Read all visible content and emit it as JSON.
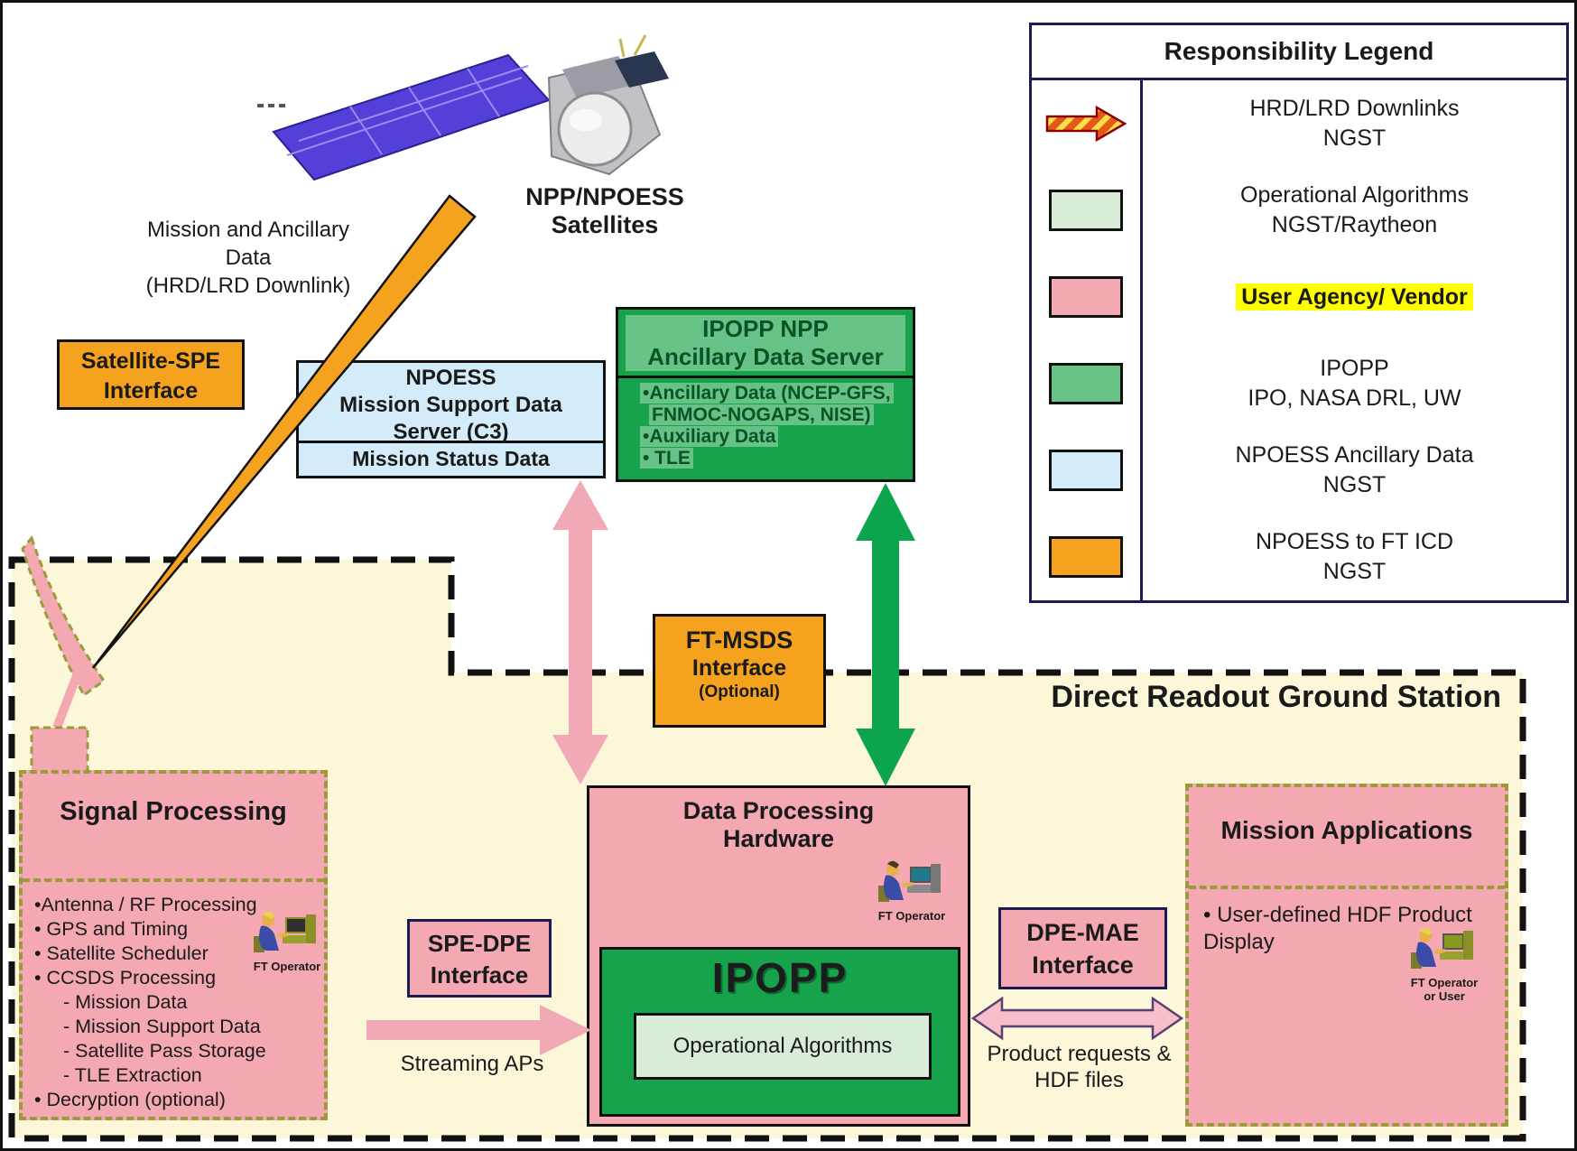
{
  "satellite": {
    "label_line1": "NPP/NPOESS",
    "label_line2": "Satellites"
  },
  "downlink": {
    "line1": "Mission and Ancillary",
    "line2": "Data",
    "line3": "(HRD/LRD Downlink)"
  },
  "region": {
    "label": "Direct Readout Ground Station"
  },
  "boxes": {
    "satellite_spe": {
      "line1": "Satellite-SPE",
      "line2": "Interface"
    },
    "npoess": {
      "line1": "NPOESS",
      "line2": "Mission Support Data",
      "line3": "Server (C3)",
      "subrow": "Mission Status Data"
    },
    "ancillary_server": {
      "title_line1": "IPOPP NPP",
      "title_line2": "Ancillary Data Server",
      "bullets": [
        "•Ancillary Data (NCEP-GFS,",
        "FNMOC-NOGAPS, NISE)",
        "•Auxiliary Data",
        "• TLE"
      ]
    },
    "ft_msds": {
      "line1": "FT-MSDS",
      "line2": "Interface",
      "line3": "(Optional)"
    },
    "signal_processing": {
      "title": "Signal Processing",
      "bullets": [
        "•Antenna / RF Processing",
        "• GPS and Timing",
        "• Satellite Scheduler",
        "• CCSDS Processing",
        "- Mission Data",
        "- Mission Support Data",
        "- Satellite Pass Storage",
        "- TLE Extraction",
        "• Decryption (optional)"
      ],
      "operator_label": "FT Operator"
    },
    "spe_dpe": {
      "line1": "SPE-DPE",
      "line2": "Interface"
    },
    "data_processing_hardware": {
      "line1": "Data Processing",
      "line2": "Hardware",
      "operator_label": "FT Operator",
      "ipopp": "IPOPP",
      "algorithms": "Operational Algorithms"
    },
    "dpe_mae": {
      "line1": "DPE-MAE",
      "line2": "Interface"
    },
    "mission_apps": {
      "title": "Mission Applications",
      "bullet_line1": "• User-defined HDF Product",
      "bullet_line2": "Display",
      "operator_line1": "FT Operator",
      "operator_line2": "or User"
    }
  },
  "arrows": {
    "streaming_label": "Streaming APs",
    "product_line1": "Product requests &",
    "product_line2": "HDF files"
  },
  "legend": {
    "title": "Responsibility Legend",
    "rows": [
      {
        "swatch": "striped-arrow",
        "line1": "HRD/LRD Downlinks",
        "line2": "NGST"
      },
      {
        "swatch": "light-green",
        "line1": "Operational Algorithms",
        "line2": "NGST/Raytheon"
      },
      {
        "swatch": "pink",
        "line1": "User Agency/ Vendor",
        "line2": ""
      },
      {
        "swatch": "green",
        "line1": "IPOPP",
        "line2": "IPO, NASA DRL, UW"
      },
      {
        "swatch": "light-blue",
        "line1": "NPOESS Ancillary Data",
        "line2": "NGST"
      },
      {
        "swatch": "orange",
        "line1": "NPOESS to FT ICD",
        "line2": "NGST"
      }
    ]
  },
  "colors": {
    "cream_region": "#FCF7D9",
    "pink": "#F3A8B2",
    "orange": "#F5A21E",
    "light_blue": "#D4EBF9",
    "dark_green": "#17A24C",
    "mid_green": "#67C286",
    "light_green": "#D8ECD8",
    "green_arrow": "#0CA44D",
    "olive_dash": "#9B9B3C",
    "navy_border": "#1B1B52",
    "highlight_yellow": "#FFFF00"
  }
}
